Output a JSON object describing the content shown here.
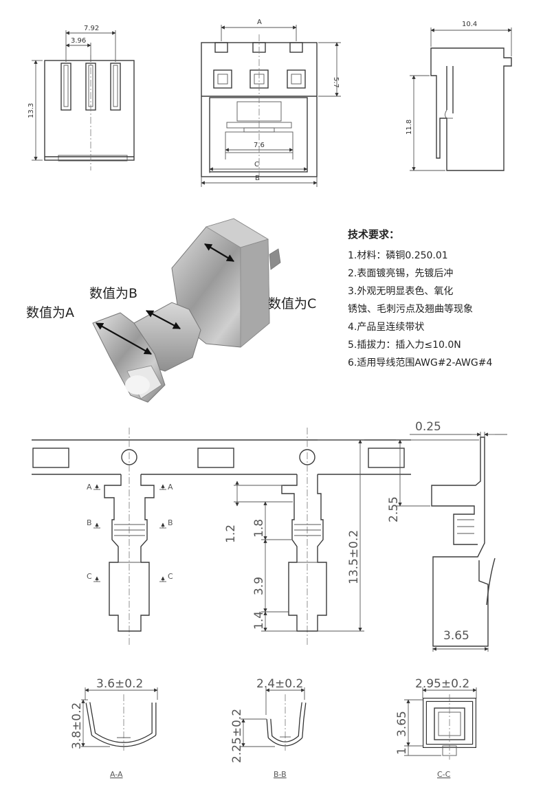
{
  "top_views": {
    "front": {
      "dim_pitch2": "7.92",
      "dim_pitch": "3.96",
      "dim_height": "13.3"
    },
    "middle": {
      "dim_A": "A",
      "dim_57": "5.7",
      "dim_76": "7.6",
      "dim_C": "C",
      "dim_B": "B"
    },
    "side": {
      "dim_width": "10.4",
      "dim_height": "11.8"
    }
  },
  "photo": {
    "label_a": "数值为A",
    "label_b": "数值为B",
    "label_c": "数值为C"
  },
  "specs": {
    "title": "技术要求：",
    "items": [
      "1.材料：磷铜0.250.01",
      "2.表面镀亮锡，先镀后冲",
      "3.外观无明显表色、氧化",
      "锈蚀、毛刺污点及翘曲等现象",
      "4.产品呈连续带状",
      "5.插拔力：插入力≤10.0N",
      "6.适用导线范围AWG#2-AWG#4"
    ]
  },
  "terminal_drawing": {
    "mark_a": "A",
    "mark_b": "B",
    "mark_c": "C",
    "dim_12": "1.2",
    "dim_18": "1.8",
    "dim_39": "3.9",
    "dim_14": "1.4",
    "dim_135": "13.5±0.2",
    "dim_025": "0.25",
    "dim_255": "2.55",
    "dim_365": "3.65"
  },
  "sections": [
    {
      "width": "3.6±0.2",
      "height": "3.8±0.2",
      "label": "A-A"
    },
    {
      "width": "2.4±0.2",
      "height": "2.25±0.2",
      "label": "B-B"
    },
    {
      "width": "2.95±0.2",
      "height": "3.65",
      "height2": "1",
      "label": "C-C"
    }
  ]
}
